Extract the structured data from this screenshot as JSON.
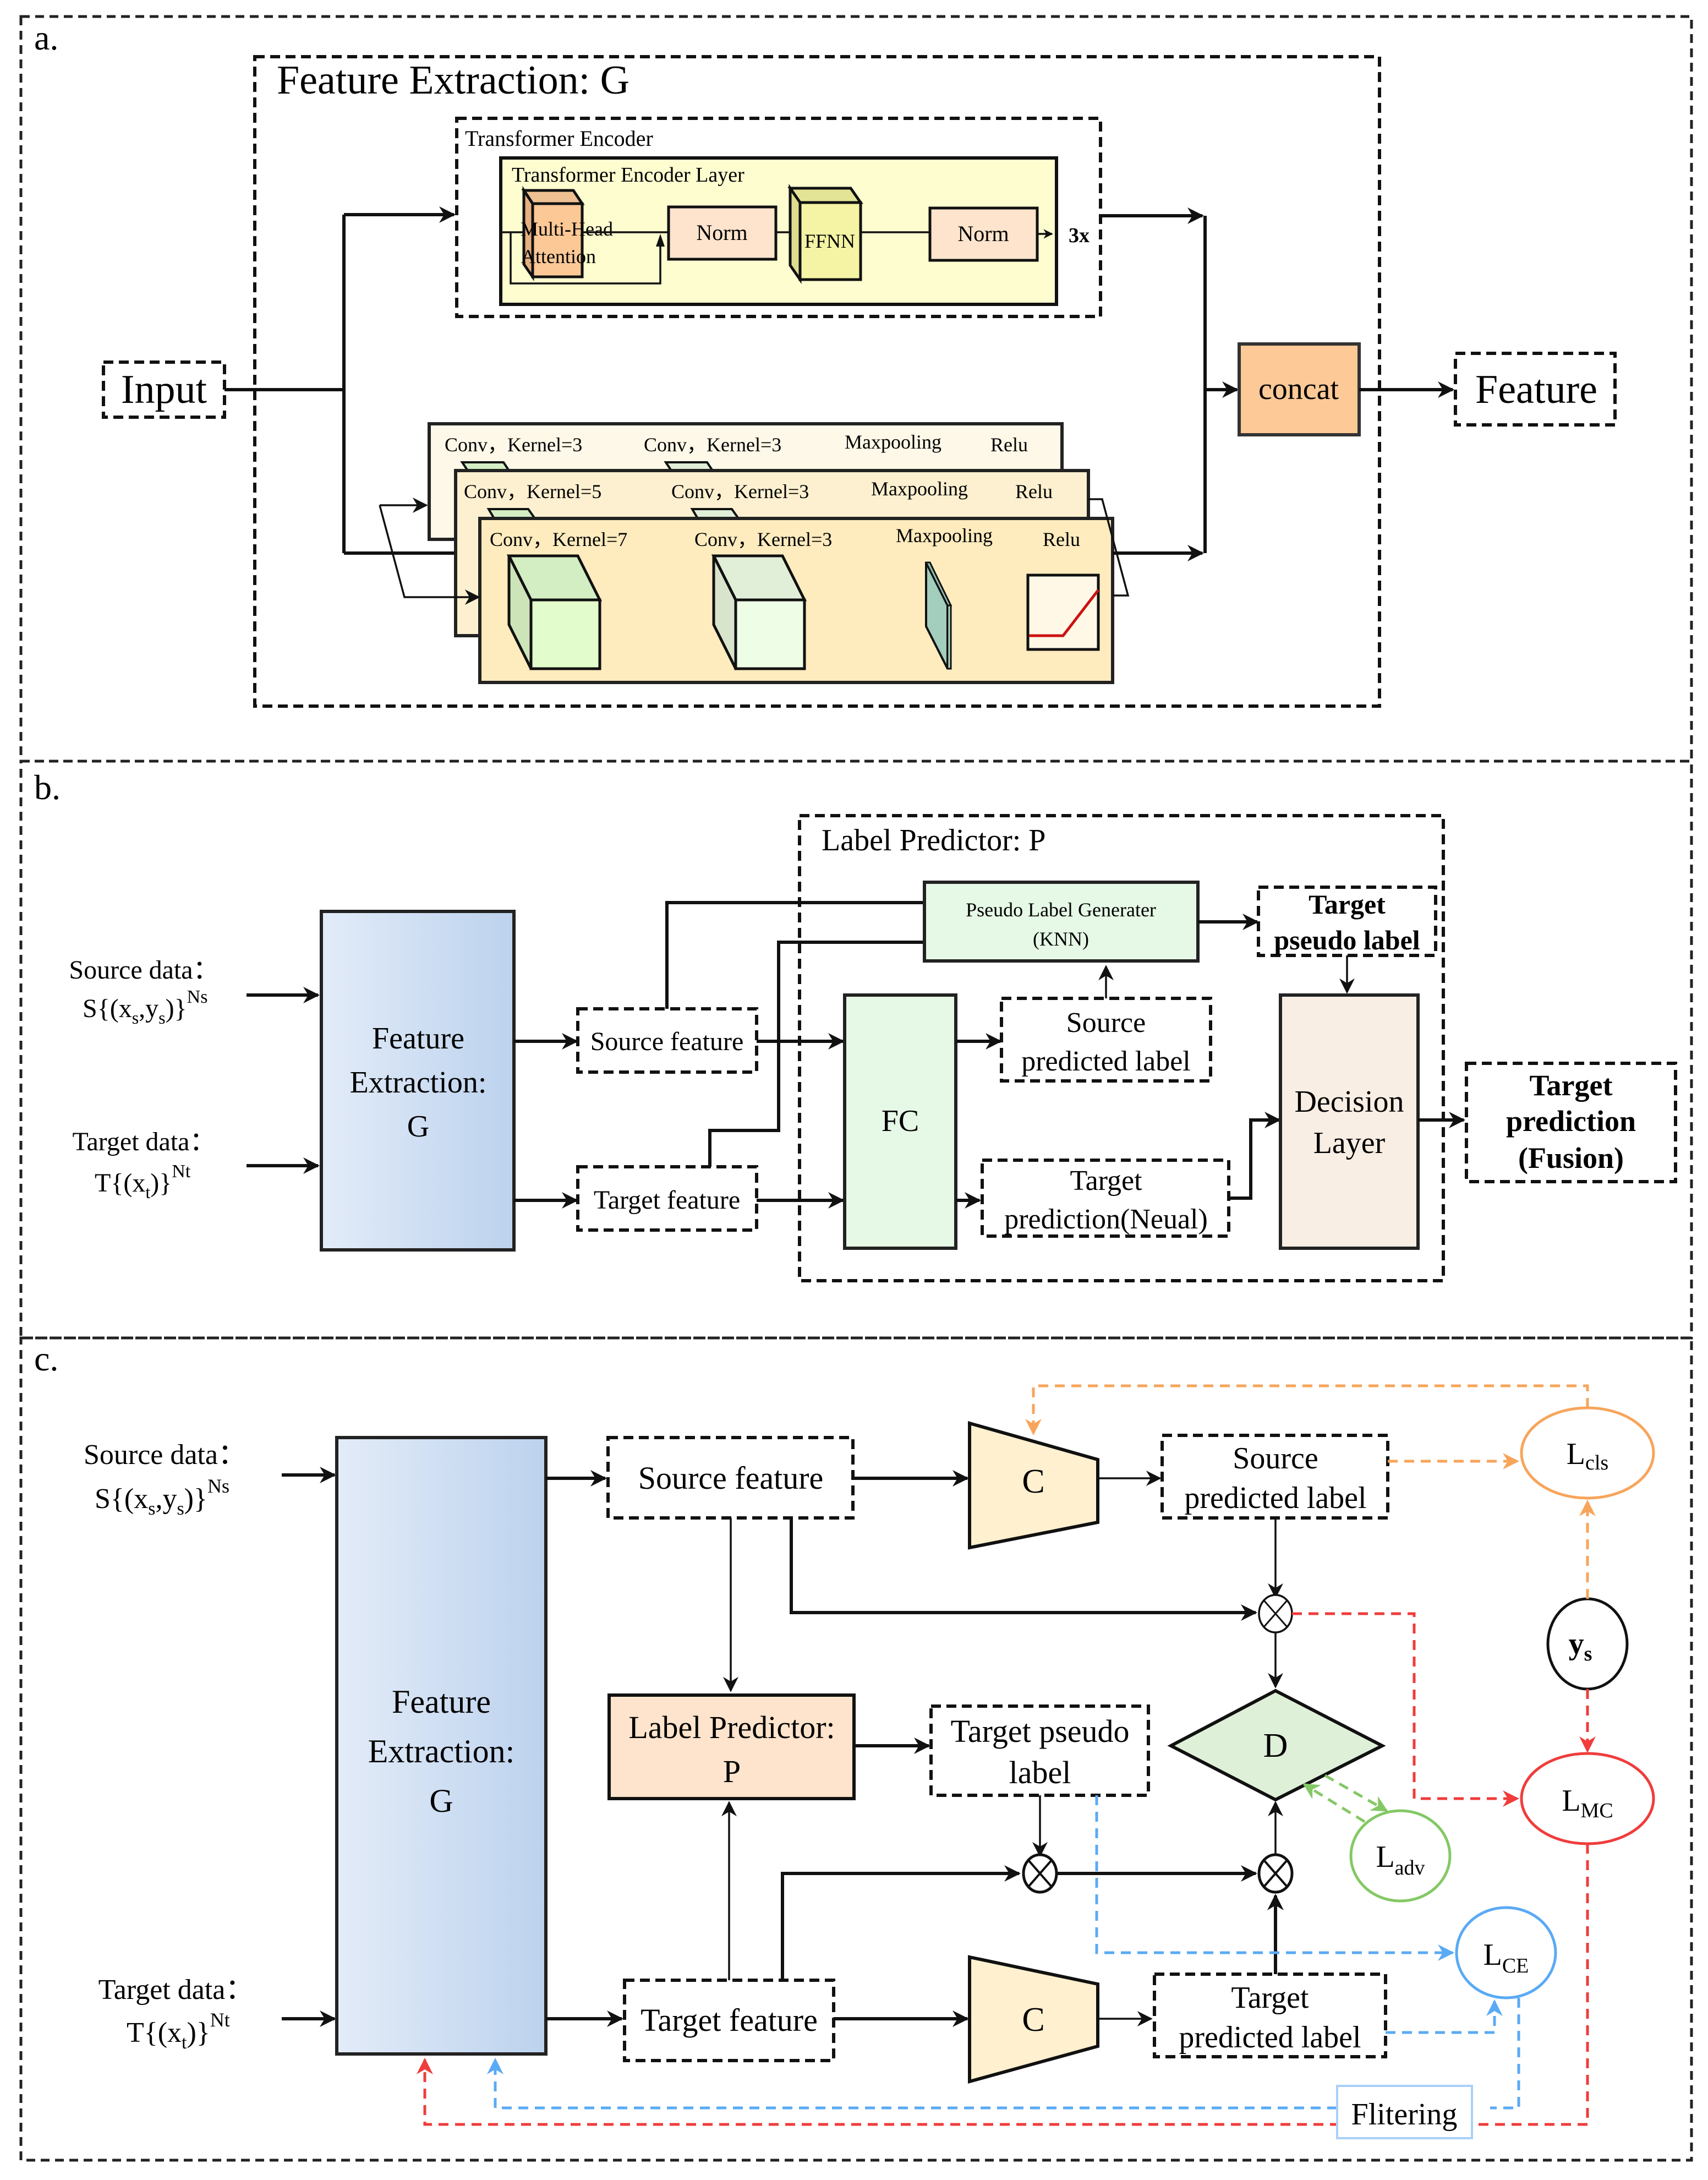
{
  "panels": {
    "a": {
      "label": "a.",
      "title": "Feature Extraction: G",
      "input": "Input",
      "output": "Feature",
      "concat": "concat",
      "transformer": {
        "title": "Transformer Encoder",
        "layer_title": "Transformer Encoder Layer",
        "attention_line1": "Multi-Head",
        "attention_line2": "Attention",
        "norm1": "Norm",
        "ffnn": "FFNN",
        "norm2": "Norm",
        "repeat": "3x"
      },
      "cnn_branches": [
        {
          "conv1": "Conv，Kernel=3",
          "conv2": "Conv，Kernel=3",
          "pool": "Maxpooling",
          "act": "Relu"
        },
        {
          "conv1": "Conv，Kernel=5",
          "conv2": "Conv，Kernel=3",
          "pool": "Maxpooling",
          "act": "Relu"
        },
        {
          "conv1": "Conv，Kernel=7",
          "conv2": "Conv，Kernel=3",
          "pool": "Maxpooling",
          "act": "Relu"
        }
      ]
    },
    "b": {
      "label": "b.",
      "source_data_label": "Source data：",
      "source_data_formula": {
        "prefix": "S{(x",
        "sub1": "s",
        "mid": ",y",
        "sub2": "s",
        "suffix": ")}",
        "sup": "Ns"
      },
      "target_data_label": "Target data：",
      "target_data_formula": {
        "prefix": "T{(x",
        "sub1": "t",
        "suffix": ")}",
        "sup": "Nt"
      },
      "feature_extractor": [
        "Feature",
        "Extraction:",
        "G"
      ],
      "source_feature": "Source feature",
      "target_feature": "Target feature",
      "label_predictor_title": "Label Predictor: P",
      "pseudo_generator": [
        "Pseudo Label Generater",
        "(KNN)"
      ],
      "fc": "FC",
      "source_predicted_label": [
        "Source",
        "predicted label"
      ],
      "target_prediction_neural": [
        "Target",
        "prediction(Neual)"
      ],
      "target_pseudo_label": [
        "Target",
        "pseudo label"
      ],
      "decision_layer": [
        "Decision",
        "Layer"
      ],
      "target_prediction_fusion": [
        "Target",
        "prediction",
        "(Fusion)"
      ]
    },
    "c": {
      "label": "c.",
      "source_data_label": "Source data：",
      "target_data_label": "Target data：",
      "feature_extractor": [
        "Feature",
        "Extraction:",
        "G"
      ],
      "source_feature": "Source feature",
      "target_feature": "Target feature",
      "classifier": "C",
      "source_predicted_label": [
        "Source",
        "predicted label"
      ],
      "target_predicted_label": [
        "Target",
        "predicted label"
      ],
      "label_predictor": [
        "Label Predictor:",
        "P"
      ],
      "target_pseudo_label": [
        "Target pseudo",
        "label"
      ],
      "discriminator": "D",
      "ys": {
        "base": "y",
        "sub": "s"
      },
      "losses": {
        "cls": {
          "base": "L",
          "sub": "cls",
          "color": "#f7a55b"
        },
        "mc": {
          "base": "L",
          "sub": "MC",
          "color": "#f03c3c"
        },
        "adv": {
          "base": "L",
          "sub": "adv",
          "color": "#84c865"
        },
        "ce": {
          "base": "L",
          "sub": "CE",
          "color": "#5aaaf5"
        }
      },
      "filtering": "Flitering"
    }
  },
  "colors": {
    "feature_extractor_gradient": [
      "#e3ecf8",
      "#bcd2ee"
    ],
    "transformer_layer_bg": "#fefdd0",
    "attention": "#fcc896",
    "norm": "#fee4cc",
    "ffnn": "#f5f4a4",
    "concat": "#fdc996",
    "cnn_panel": [
      "#fef8e8",
      "#fdf0d0",
      "#feebbe"
    ],
    "conv_block1": "#e2fccc",
    "conv_block2": "#eefde6",
    "pool": "#a3cdbd",
    "fc": "#e6f8e6",
    "pseudo_generator": "#e6f8e6",
    "decision_layer": "#f9eee4",
    "label_predictor_c": "#fee4cc",
    "classifier": "#fff0cf",
    "discriminator": "#dff0d8"
  }
}
